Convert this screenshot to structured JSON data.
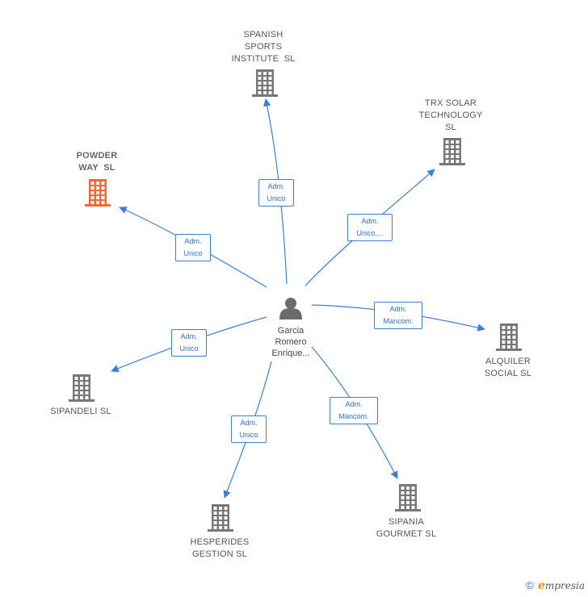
{
  "center": {
    "name_lines": [
      "Garcia",
      "Romero",
      "Enrique..."
    ],
    "icon": "person-icon"
  },
  "companies": [
    {
      "id": "spanish-sports",
      "lines": [
        "SPANISH",
        "SPORTS",
        "INSTITUTE  SL"
      ],
      "highlight": false,
      "role_lines": [
        "Adm.",
        "Unico"
      ]
    },
    {
      "id": "trx-solar",
      "lines": [
        "TRX SOLAR",
        "TECHNOLOGY",
        "SL"
      ],
      "highlight": false,
      "role_lines": [
        "Adm.",
        "Unico,..."
      ]
    },
    {
      "id": "powder-way",
      "lines": [
        "POWDER",
        "WAY  SL"
      ],
      "highlight": true,
      "role_lines": [
        "Adm.",
        "Unico"
      ]
    },
    {
      "id": "alquiler-social",
      "lines": [
        "ALQUILER",
        "SOCIAL SL"
      ],
      "highlight": false,
      "role_lines": [
        "Adm.",
        "Mancom."
      ]
    },
    {
      "id": "sipandeli",
      "lines": [
        "SIPANDELI SL"
      ],
      "highlight": false,
      "role_lines": [
        "Adm.",
        "Unico"
      ]
    },
    {
      "id": "hesperides",
      "lines": [
        "HESPERIDES",
        "GESTION SL"
      ],
      "highlight": false,
      "role_lines": [
        "Adm.",
        "Unico"
      ]
    },
    {
      "id": "sipania",
      "lines": [
        "SIPANIA",
        "GOURMET SL"
      ],
      "highlight": false,
      "role_lines": [
        "Adm.",
        "Mancom."
      ]
    }
  ],
  "colors": {
    "edge": "#3d7fd6",
    "building": "#777777",
    "building_highlight": "#f26a2e",
    "person": "#6b6b6b"
  },
  "footer": {
    "copyright": "©",
    "brand_first": "e",
    "brand_rest": "mpresia"
  }
}
